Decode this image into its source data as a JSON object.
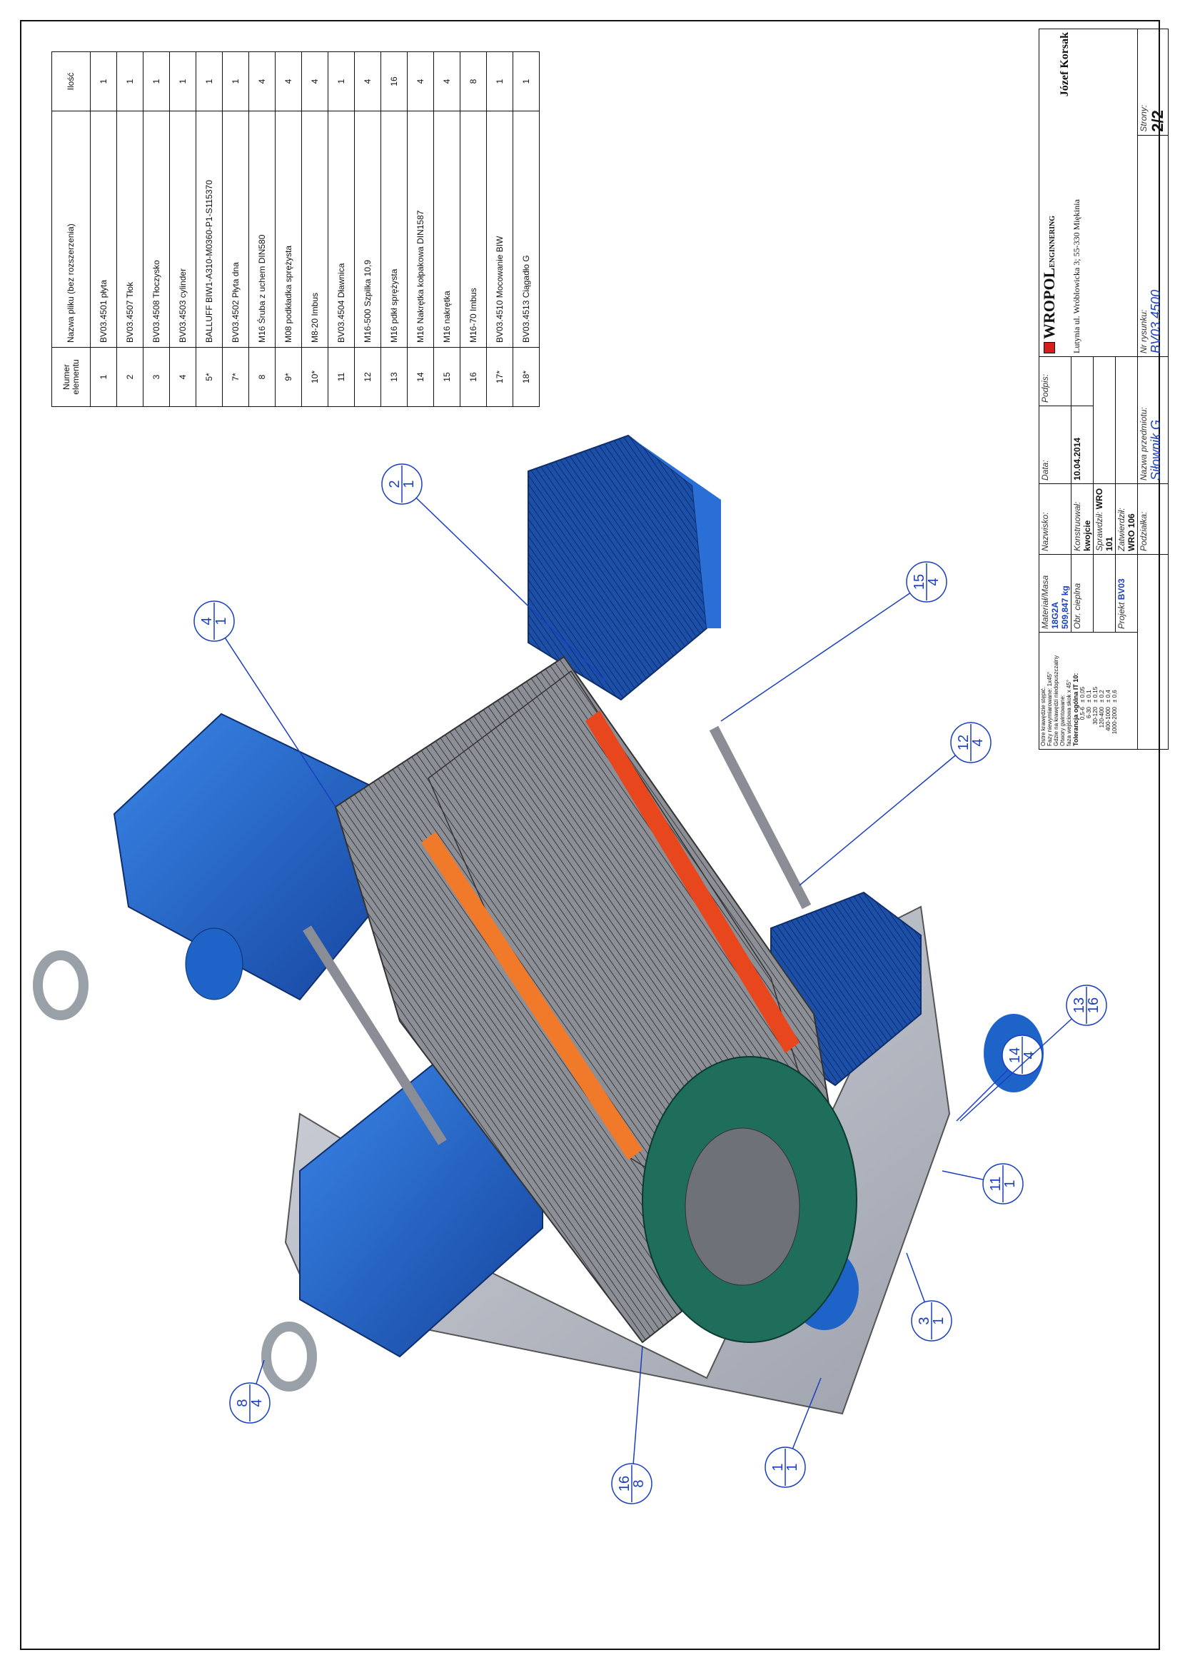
{
  "bom": {
    "headers": [
      "Numer elementu",
      "Nazwa pliku (bez rozszerzenia)",
      "Ilość"
    ],
    "rows": [
      {
        "num": "1",
        "name": "BV03.4501 płyta",
        "qty": "1"
      },
      {
        "num": "2",
        "name": "BV03.4507 Tłok",
        "qty": "1"
      },
      {
        "num": "3",
        "name": "BV03.4508 Tłoczysko",
        "qty": "1"
      },
      {
        "num": "4",
        "name": "BV03.4503 cylinder",
        "qty": "1"
      },
      {
        "num": "5*",
        "name": "BALLUFF BIW1-A310-M0360-P1-S115370",
        "qty": "1"
      },
      {
        "num": "7*",
        "name": "BV03.4502 Płyta dna",
        "qty": "1"
      },
      {
        "num": "8",
        "name": "M16 Śruba z uchem DIN580",
        "qty": "4"
      },
      {
        "num": "9*",
        "name": "M08 podkładka sprężysta",
        "qty": "4"
      },
      {
        "num": "10*",
        "name": "M8-20 Imbus",
        "qty": "4"
      },
      {
        "num": "11",
        "name": "BV03.4504 Dławnica",
        "qty": "1"
      },
      {
        "num": "12",
        "name": "M16-500 Szpilka 10,9",
        "qty": "4"
      },
      {
        "num": "13",
        "name": "M16 pdkł sprężysta",
        "qty": "16"
      },
      {
        "num": "14",
        "name": "M16 Nakrętka kołpakowa DIN1587",
        "qty": "4"
      },
      {
        "num": "15",
        "name": "M16 nakrętka",
        "qty": "4"
      },
      {
        "num": "16",
        "name": "M16-70 Imbus",
        "qty": "8"
      },
      {
        "num": "17*",
        "name": "BV03.4510 Mocowanie BIW",
        "qty": "1"
      },
      {
        "num": "18*",
        "name": "BV03.4513 Ciągadło G",
        "qty": "1"
      }
    ]
  },
  "balloons": [
    {
      "top": "1",
      "bottom": "1"
    },
    {
      "top": "8",
      "bottom": "4"
    },
    {
      "top": "16",
      "bottom": "8"
    },
    {
      "top": "3",
      "bottom": "1"
    },
    {
      "top": "11",
      "bottom": "1"
    },
    {
      "top": "14",
      "bottom": "4"
    },
    {
      "top": "13",
      "bottom": "16"
    },
    {
      "top": "12",
      "bottom": "4"
    },
    {
      "top": "15",
      "bottom": "4"
    },
    {
      "top": "2",
      "bottom": "1"
    },
    {
      "top": "4",
      "bottom": "1"
    }
  ],
  "title_block": {
    "notes": [
      "Ostre krawędzie stępić.",
      "Fazy niewymiarowane: 1x45°",
      "Gdzie na krawędzi niedopuszczalny",
      "Otwory gwintowane:",
      "faza wejściowa skok x 45°"
    ],
    "tolerance_title": "Tolerancja ogólna IT 10:",
    "tolerances": [
      {
        "range": "0,5-6",
        "value": "± 0,05"
      },
      {
        "range": "6-30",
        "value": "± 0,1"
      },
      {
        "range": "30-120",
        "value": "± 0,15"
      },
      {
        "range": "120-400",
        "value": "± 0,2"
      },
      {
        "range": "400-1000",
        "value": "± 0,4"
      },
      {
        "range": "1000-2000",
        "value": "± 0,6"
      }
    ],
    "material_label": "Materiał/Masa",
    "material": "18G2A",
    "mass": "509,847 kg",
    "heat_label": "Obr. cieplna",
    "project_label": "Projekt",
    "project": "BV03",
    "name_label": "Nazwisko:",
    "date_label": "Data:",
    "sign_label": "Podpis:",
    "konstruowal_label": "Konstruował:",
    "konstruowal": "kwojcie",
    "date": "10.04.2014",
    "sprawdzil_label": "Sprawdził:",
    "sprawdzil": "WRO 101",
    "zatwierdzil_label": "Zatwierdził:",
    "zatwierdzil": "WRO 106",
    "podzialka_label": "Podziałka:",
    "subject_label": "Nazwa przedmiotu:",
    "subject": "Siłownik G",
    "drawing_no_label": "Nr rysunku:",
    "drawing_no": "BV03.4500",
    "pages_label": "Strony:",
    "pages": "2/2",
    "company": "WROPOL",
    "company_suffix": "ENGINNERING",
    "owner": "Józef Korsak",
    "address": "Lutynia ul. Wróblowicka 3; 55-330 Miękinia"
  },
  "colors": {
    "blue_body": "#1f5fc8",
    "blue_dark": "#123a8c",
    "grey_plate": "#b8bcc6",
    "green_gland": "#1f6e5c",
    "orange_fill": "#f07a2a",
    "red_fill": "#e8461c",
    "balloon_blue": "#1a3fbf"
  }
}
